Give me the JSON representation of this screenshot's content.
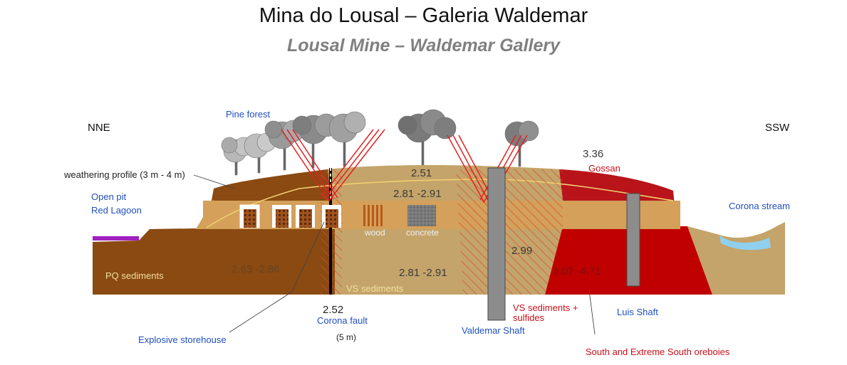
{
  "header": {
    "title": "Mina do Lousal – Galeria Waldemar",
    "subtitle": "Lousal Mine – Waldemar Gallery"
  },
  "directions": {
    "left": "NNE",
    "right": "SSW"
  },
  "labels": {
    "pine_forest": "Pine forest",
    "weathering_profile": "weathering profile (3 m - 4 m)",
    "open_pit": "Open pit",
    "red_lagoon": "Red Lagoon",
    "pq_sediments": "PQ sediments",
    "vs_sediments": "VS sediments",
    "wood": "wood",
    "concrete": "concrete",
    "gossan": "Gossan",
    "corona_stream": "Corona stream",
    "corona_fault": "Corona fault",
    "fault_width": "(5 m)",
    "explosive_storehouse": "Explosive storehouse",
    "valdemar_shaft": "Valdemar Shaft",
    "vs_sulfides_line1": "VS sediments +",
    "vs_sulfides_line2": "sulfides",
    "luis_shaft": "Luis Shaft",
    "orebodies": "South and Extreme South oreboies"
  },
  "values": {
    "v_251": "2.51",
    "v_281_291_upper": "2.81 -2.91",
    "v_336": "3.36",
    "v_263_286": "2.63 -2.86",
    "v_281_291_lower": "2.81 -2.91",
    "v_299": "2.99",
    "v_307_471": "3.07 -4.71",
    "v_252": "2.52"
  },
  "colors": {
    "pq_brown": "#8a4a12",
    "vs_tan": "#c4a46a",
    "gossan_red": "#b8141a",
    "orebody_red": "#c00000",
    "gallery_orange": "#d4a05a",
    "shaft_gray": "#8c8c8c",
    "label_blue": "#1f4fbf",
    "label_red": "#c8101a",
    "water_blue": "#8fd0ef",
    "pit_purple": "#a020c0"
  }
}
